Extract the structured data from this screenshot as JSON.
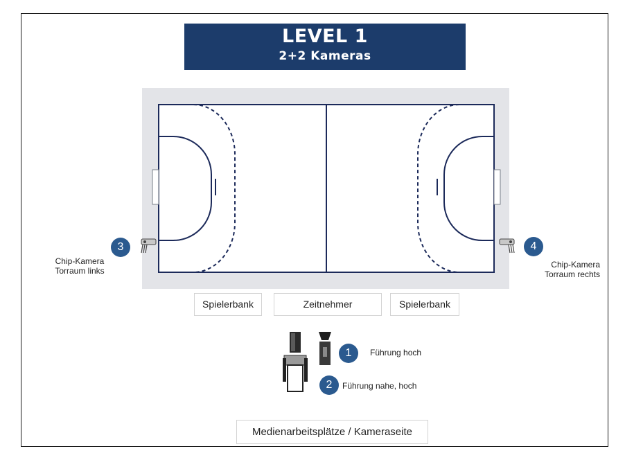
{
  "title": {
    "main": "LEVEL 1",
    "sub": "2+2 Kameras"
  },
  "court_labels": {
    "bench_left": "Spielerbank",
    "timekeeper": "Zeitnehmer",
    "bench_right": "Spielerbank"
  },
  "cameras": [
    {
      "number": "1",
      "label": "Führung hoch",
      "icon": "tripod-camera-icon"
    },
    {
      "number": "2",
      "label": "Führung nahe, hoch",
      "icon": "platform-camera-icon"
    },
    {
      "number": "3",
      "label_line1": "Chip-Kamera",
      "label_line2": "Torraum links",
      "icon": "chip-camera-icon"
    },
    {
      "number": "4",
      "label_line1": "Chip-Kamera",
      "label_line2": "Torraum rechts",
      "icon": "chip-camera-icon"
    }
  ],
  "media_label": "Medienarbeitsplätze / Kameraseite",
  "colors": {
    "header": "#1c3c6b",
    "badge": "#2b5a8f",
    "court_lines": "#1c2a5a",
    "court_surround": "#e3e4e8"
  }
}
